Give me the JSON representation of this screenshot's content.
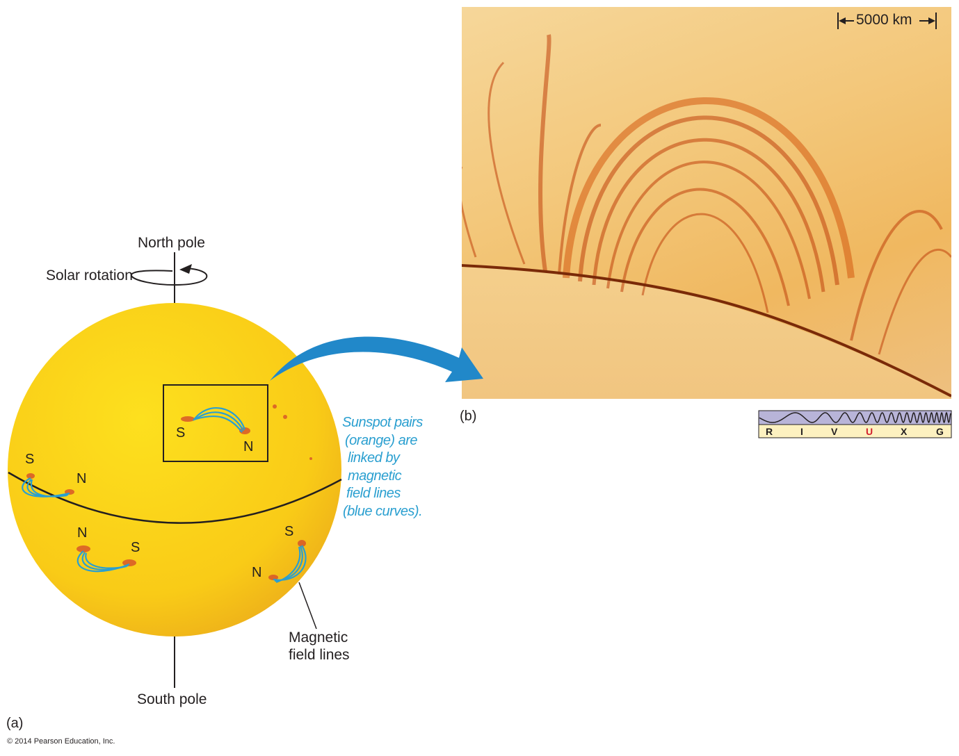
{
  "panel_a": {
    "label": "(a)",
    "north_pole": "North pole",
    "south_pole": "South pole",
    "solar_rotation": "Solar rotation",
    "field_lines_label": [
      "Magnetic",
      "field lines"
    ],
    "caption": [
      "Sunspot pairs",
      "(orange) are",
      "linked by",
      "magnetic",
      "field lines",
      "(blue curves)."
    ],
    "polarity_labels": {
      "box_s": "S",
      "box_n": "N",
      "left_s": "S",
      "left_n": "N",
      "lower_n": "N",
      "lower_s": "S",
      "right_s": "S",
      "right_n": "N"
    }
  },
  "panel_b": {
    "label": "(b)",
    "scale_bar": "5000 km",
    "spectrum_bands": [
      "R",
      "I",
      "V",
      "U",
      "X",
      "G"
    ],
    "highlighted_band": "U"
  },
  "copyright": "© 2014 Pearson Education, Inc.",
  "colors": {
    "sun": "#f9c81a",
    "field_lines": "#2a9fd0",
    "arrow": "#2188c9",
    "highlight": "#d2202f"
  }
}
